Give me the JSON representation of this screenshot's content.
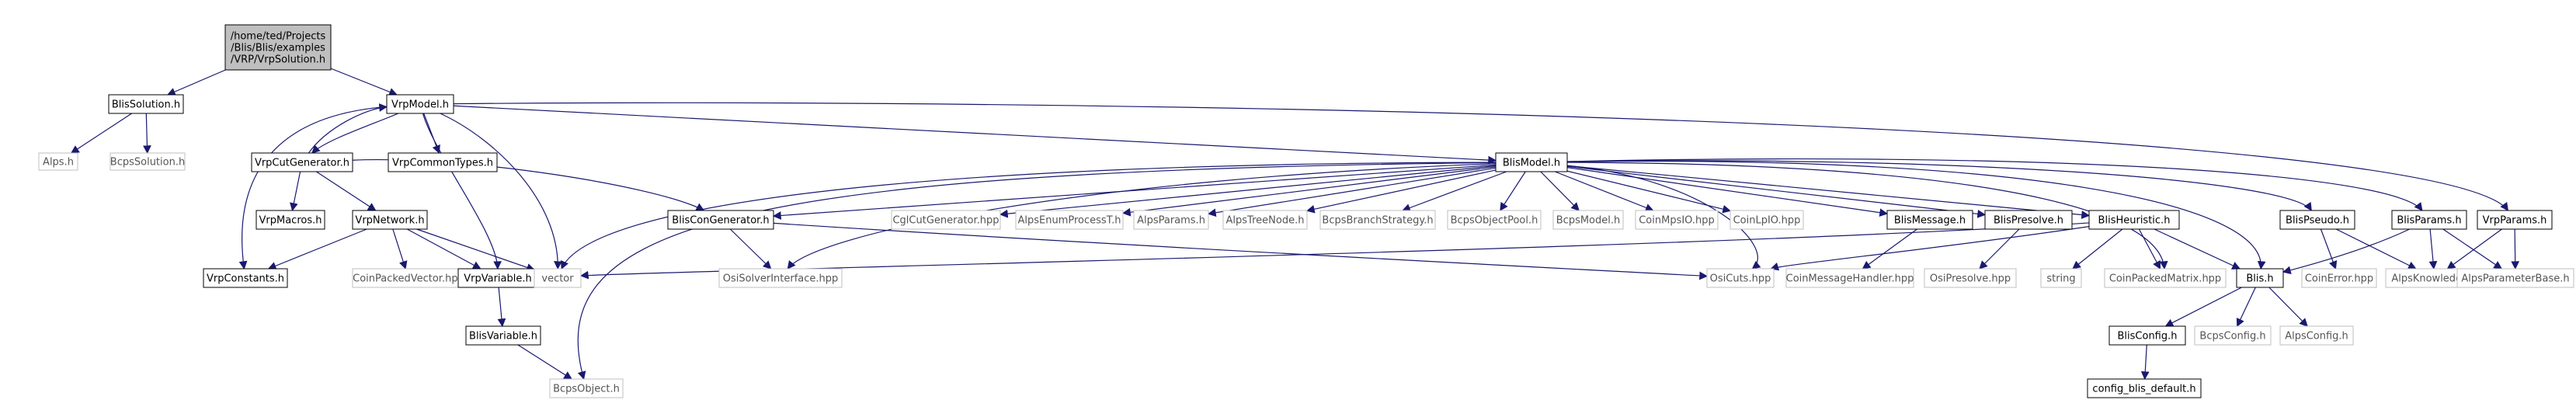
{
  "graph": {
    "colors": {
      "edge": "#191970",
      "node_fill": "#ffffff",
      "root_fill": "#bfbfbf",
      "border_dark": "#000000",
      "border_light": "#bfbfbf"
    },
    "nodes": [
      {
        "id": "root",
        "lines": [
          "/home/ted/Projects",
          "/Blis/Blis/examples",
          "/VRP/VrpSolution.h"
        ],
        "style": "root"
      },
      {
        "id": "BlisSolution",
        "lines": [
          "BlisSolution.h"
        ],
        "style": "dark"
      },
      {
        "id": "VrpModel",
        "lines": [
          "VrpModel.h"
        ],
        "style": "dark"
      },
      {
        "id": "Alps",
        "lines": [
          "Alps.h"
        ],
        "style": "light"
      },
      {
        "id": "BcpsSolution",
        "lines": [
          "BcpsSolution.h"
        ],
        "style": "light"
      },
      {
        "id": "VrpCutGenerator",
        "lines": [
          "VrpCutGenerator.h"
        ],
        "style": "dark"
      },
      {
        "id": "VrpCommonTypes",
        "lines": [
          "VrpCommonTypes.h"
        ],
        "style": "dark"
      },
      {
        "id": "BlisModel",
        "lines": [
          "BlisModel.h"
        ],
        "style": "dark"
      },
      {
        "id": "VrpMacros",
        "lines": [
          "VrpMacros.h"
        ],
        "style": "dark"
      },
      {
        "id": "VrpNetwork",
        "lines": [
          "VrpNetwork.h"
        ],
        "style": "dark"
      },
      {
        "id": "BlisConGenerator",
        "lines": [
          "BlisConGenerator.h"
        ],
        "style": "dark"
      },
      {
        "id": "CglCutGenerator",
        "lines": [
          "CglCutGenerator.hpp"
        ],
        "style": "light"
      },
      {
        "id": "AlpsEnumProcessT",
        "lines": [
          "AlpsEnumProcessT.h"
        ],
        "style": "light"
      },
      {
        "id": "AlpsParams",
        "lines": [
          "AlpsParams.h"
        ],
        "style": "light"
      },
      {
        "id": "AlpsTreeNode",
        "lines": [
          "AlpsTreeNode.h"
        ],
        "style": "light"
      },
      {
        "id": "BcpsBranchStrategy",
        "lines": [
          "BcpsBranchStrategy.h"
        ],
        "style": "light"
      },
      {
        "id": "BcpsObjectPool",
        "lines": [
          "BcpsObjectPool.h"
        ],
        "style": "light"
      },
      {
        "id": "BcpsModel",
        "lines": [
          "BcpsModel.h"
        ],
        "style": "light"
      },
      {
        "id": "CoinMpsIO",
        "lines": [
          "CoinMpsIO.hpp"
        ],
        "style": "light"
      },
      {
        "id": "CoinLpIO",
        "lines": [
          "CoinLpIO.hpp"
        ],
        "style": "light"
      },
      {
        "id": "BlisMessage",
        "lines": [
          "BlisMessage.h"
        ],
        "style": "dark"
      },
      {
        "id": "BlisPresolve",
        "lines": [
          "BlisPresolve.h"
        ],
        "style": "dark"
      },
      {
        "id": "BlisHeuristic",
        "lines": [
          "BlisHeuristic.h"
        ],
        "style": "dark"
      },
      {
        "id": "BlisPseudo",
        "lines": [
          "BlisPseudo.h"
        ],
        "style": "dark"
      },
      {
        "id": "BlisParams",
        "lines": [
          "BlisParams.h"
        ],
        "style": "dark"
      },
      {
        "id": "VrpParams",
        "lines": [
          "VrpParams.h"
        ],
        "style": "dark"
      },
      {
        "id": "VrpConstants",
        "lines": [
          "VrpConstants.h"
        ],
        "style": "dark"
      },
      {
        "id": "CoinPackedVector",
        "lines": [
          "CoinPackedVector.hpp"
        ],
        "style": "light"
      },
      {
        "id": "VrpVariable",
        "lines": [
          "VrpVariable.h"
        ],
        "style": "dark"
      },
      {
        "id": "vector",
        "lines": [
          "vector"
        ],
        "style": "light"
      },
      {
        "id": "OsiSolverInterface",
        "lines": [
          "OsiSolverInterface.hpp"
        ],
        "style": "light"
      },
      {
        "id": "OsiCuts",
        "lines": [
          "OsiCuts.hpp"
        ],
        "style": "light"
      },
      {
        "id": "CoinMessageHandler",
        "lines": [
          "CoinMessageHandler.hpp"
        ],
        "style": "light"
      },
      {
        "id": "OsiPresolve",
        "lines": [
          "OsiPresolve.hpp"
        ],
        "style": "light"
      },
      {
        "id": "string",
        "lines": [
          "string"
        ],
        "style": "light"
      },
      {
        "id": "CoinPackedMatrix",
        "lines": [
          "CoinPackedMatrix.hpp"
        ],
        "style": "light"
      },
      {
        "id": "Blis",
        "lines": [
          "Blis.h"
        ],
        "style": "dark"
      },
      {
        "id": "CoinError",
        "lines": [
          "CoinError.hpp"
        ],
        "style": "light"
      },
      {
        "id": "AlpsKnowledge",
        "lines": [
          "AlpsKnowledge.h"
        ],
        "style": "light"
      },
      {
        "id": "AlpsParameterBase",
        "lines": [
          "AlpsParameterBase.h"
        ],
        "style": "light"
      },
      {
        "id": "BlisVariable",
        "lines": [
          "BlisVariable.h"
        ],
        "style": "dark"
      },
      {
        "id": "BlisConfig",
        "lines": [
          "BlisConfig.h"
        ],
        "style": "dark"
      },
      {
        "id": "BcpsConfig",
        "lines": [
          "BcpsConfig.h"
        ],
        "style": "light"
      },
      {
        "id": "AlpsConfig",
        "lines": [
          "AlpsConfig.h"
        ],
        "style": "light"
      },
      {
        "id": "BcpsObject",
        "lines": [
          "BcpsObject.h"
        ],
        "style": "light"
      },
      {
        "id": "config_blis_default",
        "lines": [
          "config_blis_default.h"
        ],
        "style": "dark"
      }
    ],
    "edges": [
      [
        "root",
        "BlisSolution"
      ],
      [
        "root",
        "VrpModel"
      ],
      [
        "BlisSolution",
        "Alps"
      ],
      [
        "BlisSolution",
        "BcpsSolution"
      ],
      [
        "VrpModel",
        "VrpCutGenerator"
      ],
      [
        "VrpModel",
        "VrpCommonTypes"
      ],
      [
        "VrpModel",
        "BlisModel"
      ],
      [
        "VrpModel",
        "VrpConstants"
      ],
      [
        "VrpModel",
        "VrpVariable"
      ],
      [
        "VrpModel",
        "vector"
      ],
      [
        "VrpModel",
        "VrpParams"
      ],
      [
        "VrpCutGenerator",
        "VrpModel"
      ],
      [
        "VrpCutGenerator",
        "VrpMacros"
      ],
      [
        "VrpCutGenerator",
        "VrpNetwork"
      ],
      [
        "VrpCutGenerator",
        "BlisConGenerator"
      ],
      [
        "VrpNetwork",
        "VrpConstants"
      ],
      [
        "VrpNetwork",
        "CoinPackedVector"
      ],
      [
        "VrpNetwork",
        "VrpVariable"
      ],
      [
        "VrpNetwork",
        "vector"
      ],
      [
        "VrpVariable",
        "BlisVariable"
      ],
      [
        "BlisVariable",
        "BcpsObject"
      ],
      [
        "BlisModel",
        "BcpsObject"
      ],
      [
        "BlisModel",
        "vector"
      ],
      [
        "BlisModel",
        "BlisConGenerator"
      ],
      [
        "BlisModel",
        "OsiSolverInterface"
      ],
      [
        "BlisModel",
        "CglCutGenerator"
      ],
      [
        "BlisModel",
        "AlpsEnumProcessT"
      ],
      [
        "BlisModel",
        "AlpsParams"
      ],
      [
        "BlisModel",
        "AlpsTreeNode"
      ],
      [
        "BlisModel",
        "BcpsBranchStrategy"
      ],
      [
        "BlisModel",
        "BcpsObjectPool"
      ],
      [
        "BlisModel",
        "BcpsModel"
      ],
      [
        "BlisModel",
        "CoinMpsIO"
      ],
      [
        "BlisModel",
        "CoinLpIO"
      ],
      [
        "BlisModel",
        "BlisMessage"
      ],
      [
        "BlisModel",
        "BlisPresolve"
      ],
      [
        "BlisModel",
        "BlisHeuristic"
      ],
      [
        "BlisModel",
        "BlisPseudo"
      ],
      [
        "BlisModel",
        "BlisParams"
      ],
      [
        "BlisModel",
        "OsiCuts"
      ],
      [
        "BlisModel",
        "CoinPackedMatrix"
      ],
      [
        "BlisModel",
        "Blis"
      ],
      [
        "BlisConGenerator",
        "OsiSolverInterface"
      ],
      [
        "BlisConGenerator",
        "OsiCuts"
      ],
      [
        "BlisMessage",
        "CoinMessageHandler"
      ],
      [
        "BlisPresolve",
        "OsiPresolve"
      ],
      [
        "BlisHeuristic",
        "vector"
      ],
      [
        "BlisHeuristic",
        "OsiCuts"
      ],
      [
        "BlisHeuristic",
        "string"
      ],
      [
        "BlisHeuristic",
        "CoinPackedMatrix"
      ],
      [
        "BlisHeuristic",
        "Blis"
      ],
      [
        "BlisPseudo",
        "CoinError"
      ],
      [
        "BlisPseudo",
        "AlpsKnowledge"
      ],
      [
        "BlisParams",
        "Blis"
      ],
      [
        "BlisParams",
        "AlpsKnowledge"
      ],
      [
        "BlisParams",
        "AlpsParameterBase"
      ],
      [
        "VrpParams",
        "AlpsKnowledge"
      ],
      [
        "VrpParams",
        "AlpsParameterBase"
      ],
      [
        "Blis",
        "BlisConfig"
      ],
      [
        "Blis",
        "BcpsConfig"
      ],
      [
        "Blis",
        "AlpsConfig"
      ],
      [
        "BlisConfig",
        "config_blis_default"
      ]
    ]
  }
}
